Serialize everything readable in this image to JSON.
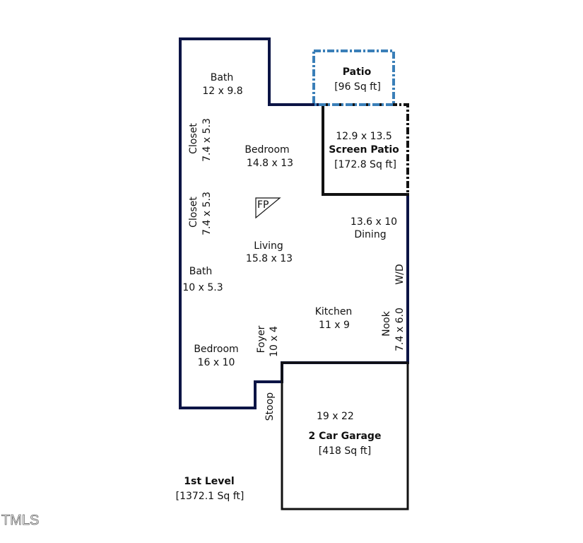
{
  "colors": {
    "wall": "#0c1445",
    "garage": "#111111",
    "patio": "#3a7fb8"
  },
  "rooms": {
    "bath1": {
      "name": "Bath",
      "dims": "12 x 9.8"
    },
    "patio": {
      "name": "Patio",
      "area": "[96 Sq ft]"
    },
    "closet1": {
      "name": "Closet",
      "dims": "7.4 x 5.3"
    },
    "bedroom1": {
      "name": "Bedroom",
      "dims": "14.8 x 13"
    },
    "screen_patio": {
      "dims": "12.9 x 13.5",
      "name": "Screen Patio",
      "area": "[172.8 Sq ft]"
    },
    "closet2": {
      "name": "Closet",
      "dims": "7.4 x 5.3"
    },
    "fireplace": "FP",
    "dining": {
      "dims": "13.6 x 10",
      "name": "Dining"
    },
    "living": {
      "name": "Living",
      "dims": "15.8 x 13"
    },
    "bath2": {
      "name": "Bath",
      "dims": "10 x 5.3"
    },
    "wd": "W/D",
    "kitchen": {
      "name": "Kitchen",
      "dims": "11 x 9"
    },
    "nook": {
      "name": "Nook",
      "dims": "7.4 x 6.0"
    },
    "foyer": {
      "name": "Foyer",
      "dims": "10 x 4"
    },
    "bedroom2": {
      "name": "Bedroom",
      "dims": "16 x 10"
    },
    "stoop": "Stoop",
    "garage": {
      "dims": "19 x 22",
      "name": "2 Car Garage",
      "area": "[418 Sq ft]"
    }
  },
  "level": {
    "name": "1st Level",
    "area": "[1372.1 Sq ft]"
  },
  "watermark": "TMLS"
}
